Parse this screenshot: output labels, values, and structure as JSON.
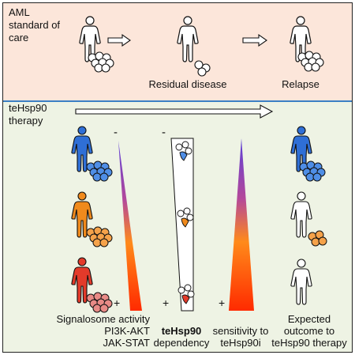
{
  "top": {
    "heading_lines": [
      "AML",
      "standard  of",
      "care"
    ],
    "stage_labels": [
      "Residual disease",
      "Relapse"
    ]
  },
  "bottom": {
    "heading_lines": [
      "teHsp90",
      "therapy"
    ],
    "minus": "-",
    "plus": "+",
    "col1_lines": [
      "Signalosome activity",
      "PI3K-AKT",
      "JAK-STAT"
    ],
    "col2_bold": "teHsp90",
    "col2_line2": "dependency",
    "col3_lines": [
      "sensitivity to",
      "teHsp90i"
    ],
    "col4_lines": [
      "Expected",
      "outcome to",
      "teHsp90 therapy"
    ]
  },
  "colors": {
    "top_bg": "#fce6da",
    "bottom_bg": "#eef3e4",
    "divider": "#3b7fc4",
    "blue": "#2f6fd6",
    "orange": "#f08a1c",
    "red": "#e33a2a",
    "gradient_top": "#5b3fd8",
    "gradient_bottom": "#ff2a00"
  }
}
